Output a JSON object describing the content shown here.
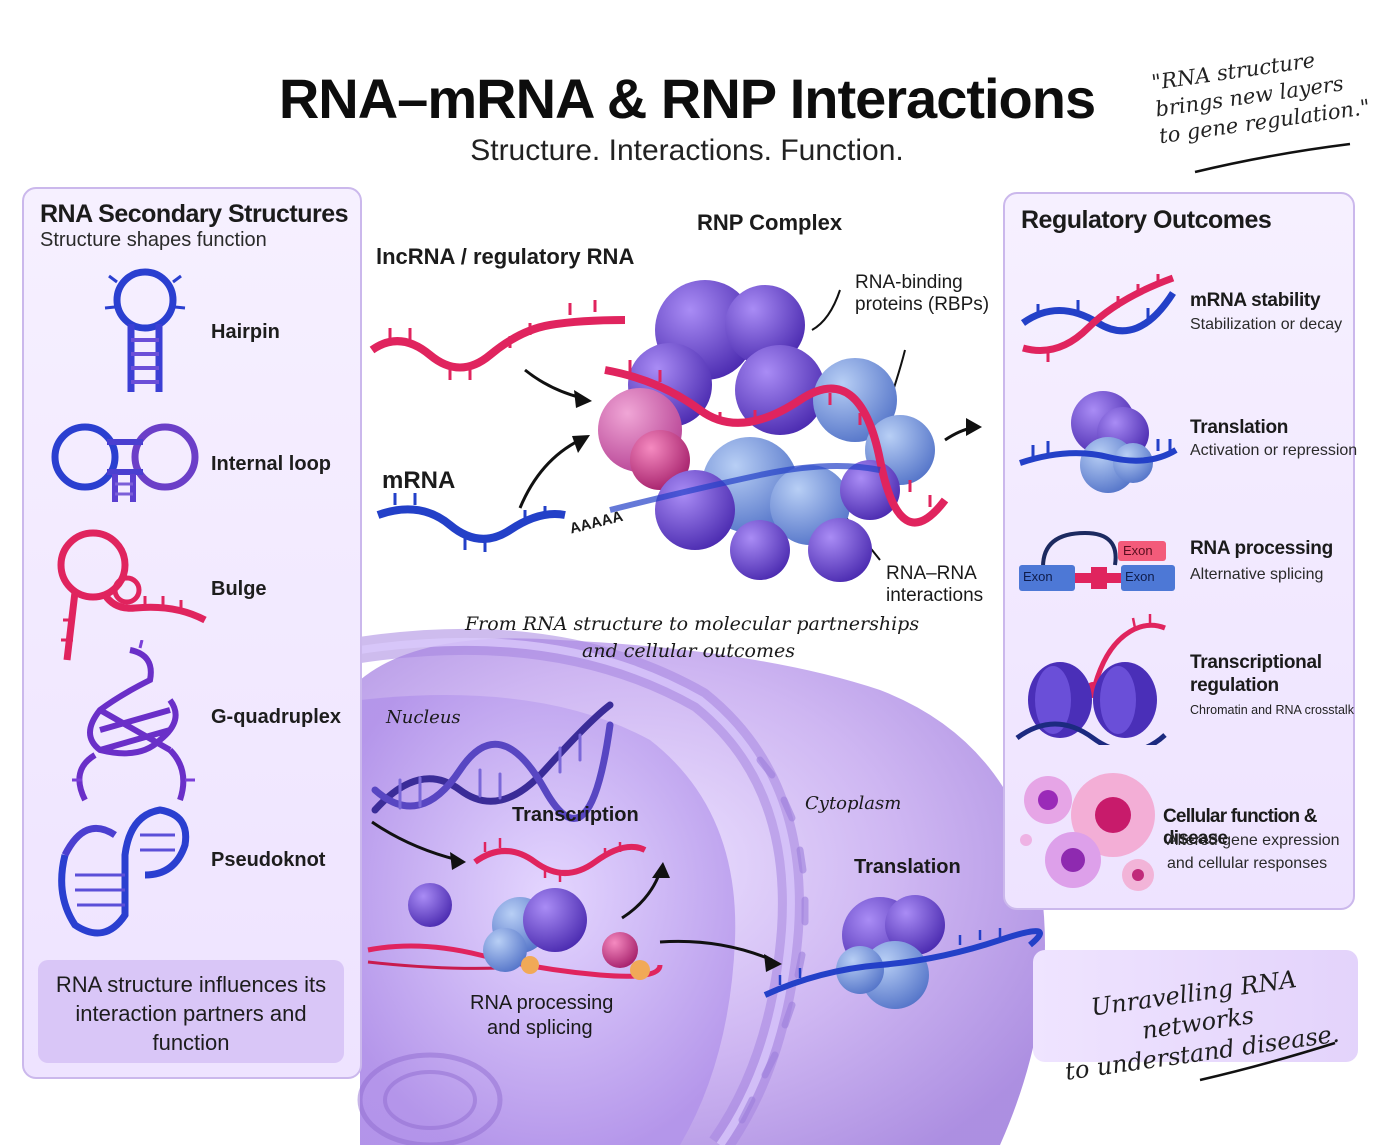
{
  "header": {
    "title": "RNA–mRNA & RNP Interactions",
    "subtitle": "Structure. Interactions. Function.",
    "quote": "\"RNA structure brings new layers to gene regulation.\""
  },
  "left_panel": {
    "title": "RNA Secondary Structures",
    "subtitle": "Structure shapes function",
    "structures": [
      {
        "label": "Hairpin",
        "icon": "hairpin-icon"
      },
      {
        "label": "Internal loop",
        "icon": "internal-loop-icon"
      },
      {
        "label": "Bulge",
        "icon": "bulge-icon"
      },
      {
        "label": "G-quadruplex",
        "icon": "g-quadruplex-icon"
      },
      {
        "label": "Pseudoknot",
        "icon": "pseudoknot-icon"
      }
    ],
    "callout": "RNA structure influences its interaction partners and function"
  },
  "center": {
    "rnp_title": "RNP Complex",
    "lncrna_label": "lncRNA / regulatory RNA",
    "mrna_label": "mRNA",
    "polya": "AAAAA",
    "rbp_label": "RNA-binding proteins (RBPs)",
    "rna_rna_label": "RNA–RNA interactions",
    "caption_line1": "From RNA structure to molecular partnerships",
    "caption_line2": "and cellular outcomes"
  },
  "cell": {
    "nucleus": "Nucleus",
    "cytoplasm": "Cytoplasm",
    "transcription": "Transcription",
    "processing_line1": "RNA processing",
    "processing_line2": "and splicing",
    "translation": "Translation"
  },
  "right_panel": {
    "title": "Regulatory Outcomes",
    "outcomes": [
      {
        "title": "mRNA stability",
        "subtitle": "Stabilization or decay"
      },
      {
        "title": "Translation",
        "subtitle": "Activation or repression"
      },
      {
        "title": "RNA processing",
        "subtitle": "Alternative splicing"
      },
      {
        "title_line1": "Transcriptional",
        "title_line2": "regulation",
        "subtitle": "Chromatin and RNA crosstalk"
      },
      {
        "title": "Cellular function & disease",
        "subtitle_line1": "Altered gene expression",
        "subtitle_line2": "and cellular responses"
      }
    ],
    "exon_labels": [
      "Exon",
      "Exon",
      "Exon"
    ]
  },
  "footer_note": {
    "line1": "Unravelling RNA networks",
    "line2": "to understand disease."
  },
  "colors": {
    "rna_pink": "#e0245e",
    "rna_blue": "#2340c8",
    "protein_purple": "#6a3fc8",
    "protein_blue": "#6f8fd8",
    "panel_lavender": "#efe6ff",
    "cell_violet": "#b99be8"
  }
}
